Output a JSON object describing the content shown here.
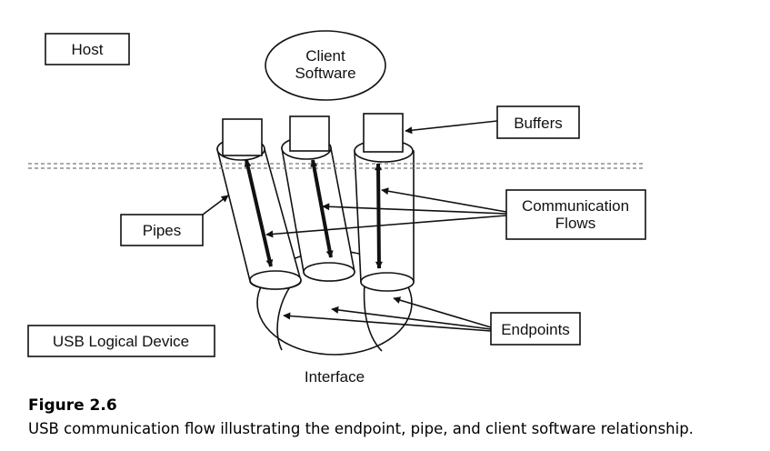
{
  "labels": {
    "host": "Host",
    "client_line1": "Client",
    "client_line2": "Software",
    "buffers": "Buffers",
    "pipes": "Pipes",
    "comm_line1": "Communication",
    "comm_line2": "Flows",
    "endpoints": "Endpoints",
    "usb_logical_device": "USB Logical Device",
    "interface": "Interface"
  },
  "caption": {
    "title": "Figure 2.6",
    "text": "USB communication flow illustrating the endpoint, pipe, and client software relationship."
  },
  "colors": {
    "line": "#111111",
    "background": "#ffffff"
  }
}
